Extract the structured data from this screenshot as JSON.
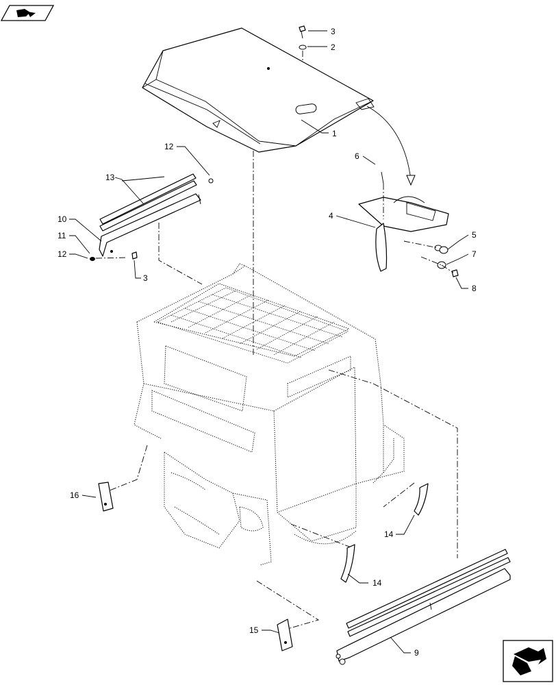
{
  "diagram": {
    "callouts": [
      {
        "id": "c1",
        "text": "1"
      },
      {
        "id": "c2",
        "text": "2"
      },
      {
        "id": "c3a",
        "text": "3"
      },
      {
        "id": "c3b",
        "text": "3"
      },
      {
        "id": "c4",
        "text": "4"
      },
      {
        "id": "c5",
        "text": "5"
      },
      {
        "id": "c6",
        "text": "6"
      },
      {
        "id": "c7",
        "text": "7"
      },
      {
        "id": "c8",
        "text": "8"
      },
      {
        "id": "c9",
        "text": "9"
      },
      {
        "id": "c10",
        "text": "10"
      },
      {
        "id": "c11",
        "text": "11"
      },
      {
        "id": "c12a",
        "text": "12"
      },
      {
        "id": "c12b",
        "text": "12"
      },
      {
        "id": "c13",
        "text": "13"
      },
      {
        "id": "c14a",
        "text": "14"
      },
      {
        "id": "c14b",
        "text": "14"
      },
      {
        "id": "c15",
        "text": "15"
      },
      {
        "id": "c16",
        "text": "16"
      }
    ],
    "icons": {
      "top_left": "view-direction-icon",
      "bottom_right": "continuation-arrow-icon"
    }
  }
}
